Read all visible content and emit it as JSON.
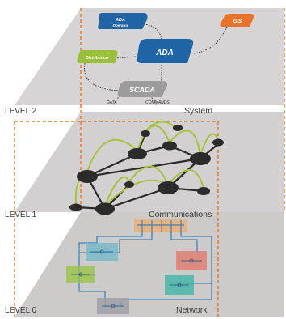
{
  "levels": {
    "level2": "LEVEL 2",
    "level1": "LEVEL 1",
    "level0": "LEVEL 0"
  },
  "layers": {
    "system": "System",
    "communications": "Communications",
    "network": "Network"
  },
  "nodes": {
    "ada_operator": {
      "title": "ADA",
      "subtitle": "Operator"
    },
    "gis": "GIS",
    "distribution": "Distribution",
    "ada": "ADA",
    "scada": "SCADA"
  },
  "links": {
    "data": "DATA",
    "commands": "COMMANDS"
  },
  "colors": {
    "plane": "#c9c7c7",
    "dashed": "#e07a2b",
    "ada_blue": "#1f64a4",
    "gis_orange": "#e8742c",
    "distribution_green": "#99bf3c",
    "scada_grey": "#9c9c9c",
    "graph_node": "#2b2b2b",
    "graph_arc": "#a8c23a"
  }
}
